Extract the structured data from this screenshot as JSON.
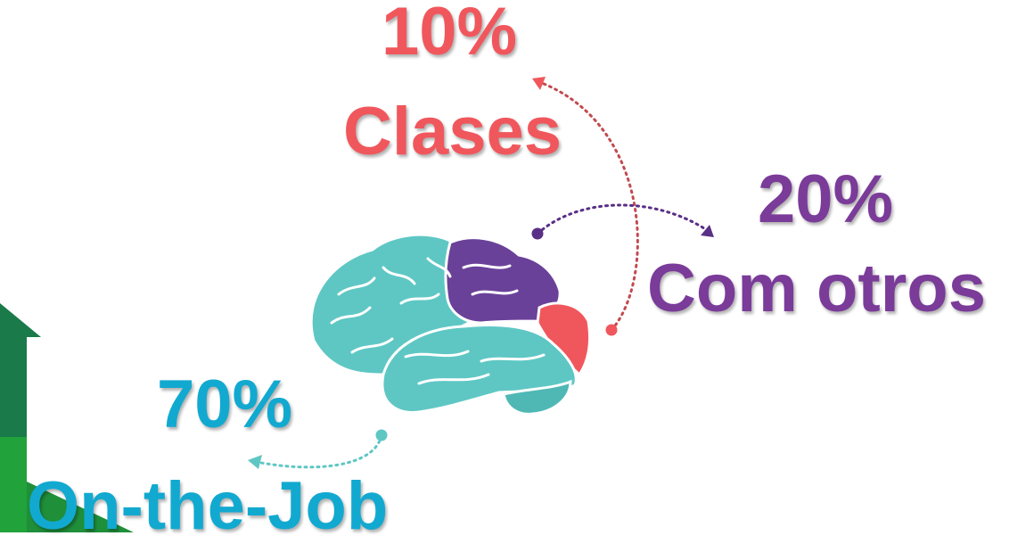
{
  "items": [
    {
      "percent": "10%",
      "label": "Clases"
    },
    {
      "percent": "20%",
      "label": "Com otros"
    },
    {
      "percent": "70%",
      "label": "On-the-Job"
    }
  ],
  "colors": {
    "clases": "#f0575c",
    "com_otros": "#7a3b99",
    "on_the_job": "#12a9d0",
    "brain_main": "#5ec7c4",
    "arrow_green_dark": "#1a7a4a",
    "arrow_green_light": "#22a23a"
  }
}
